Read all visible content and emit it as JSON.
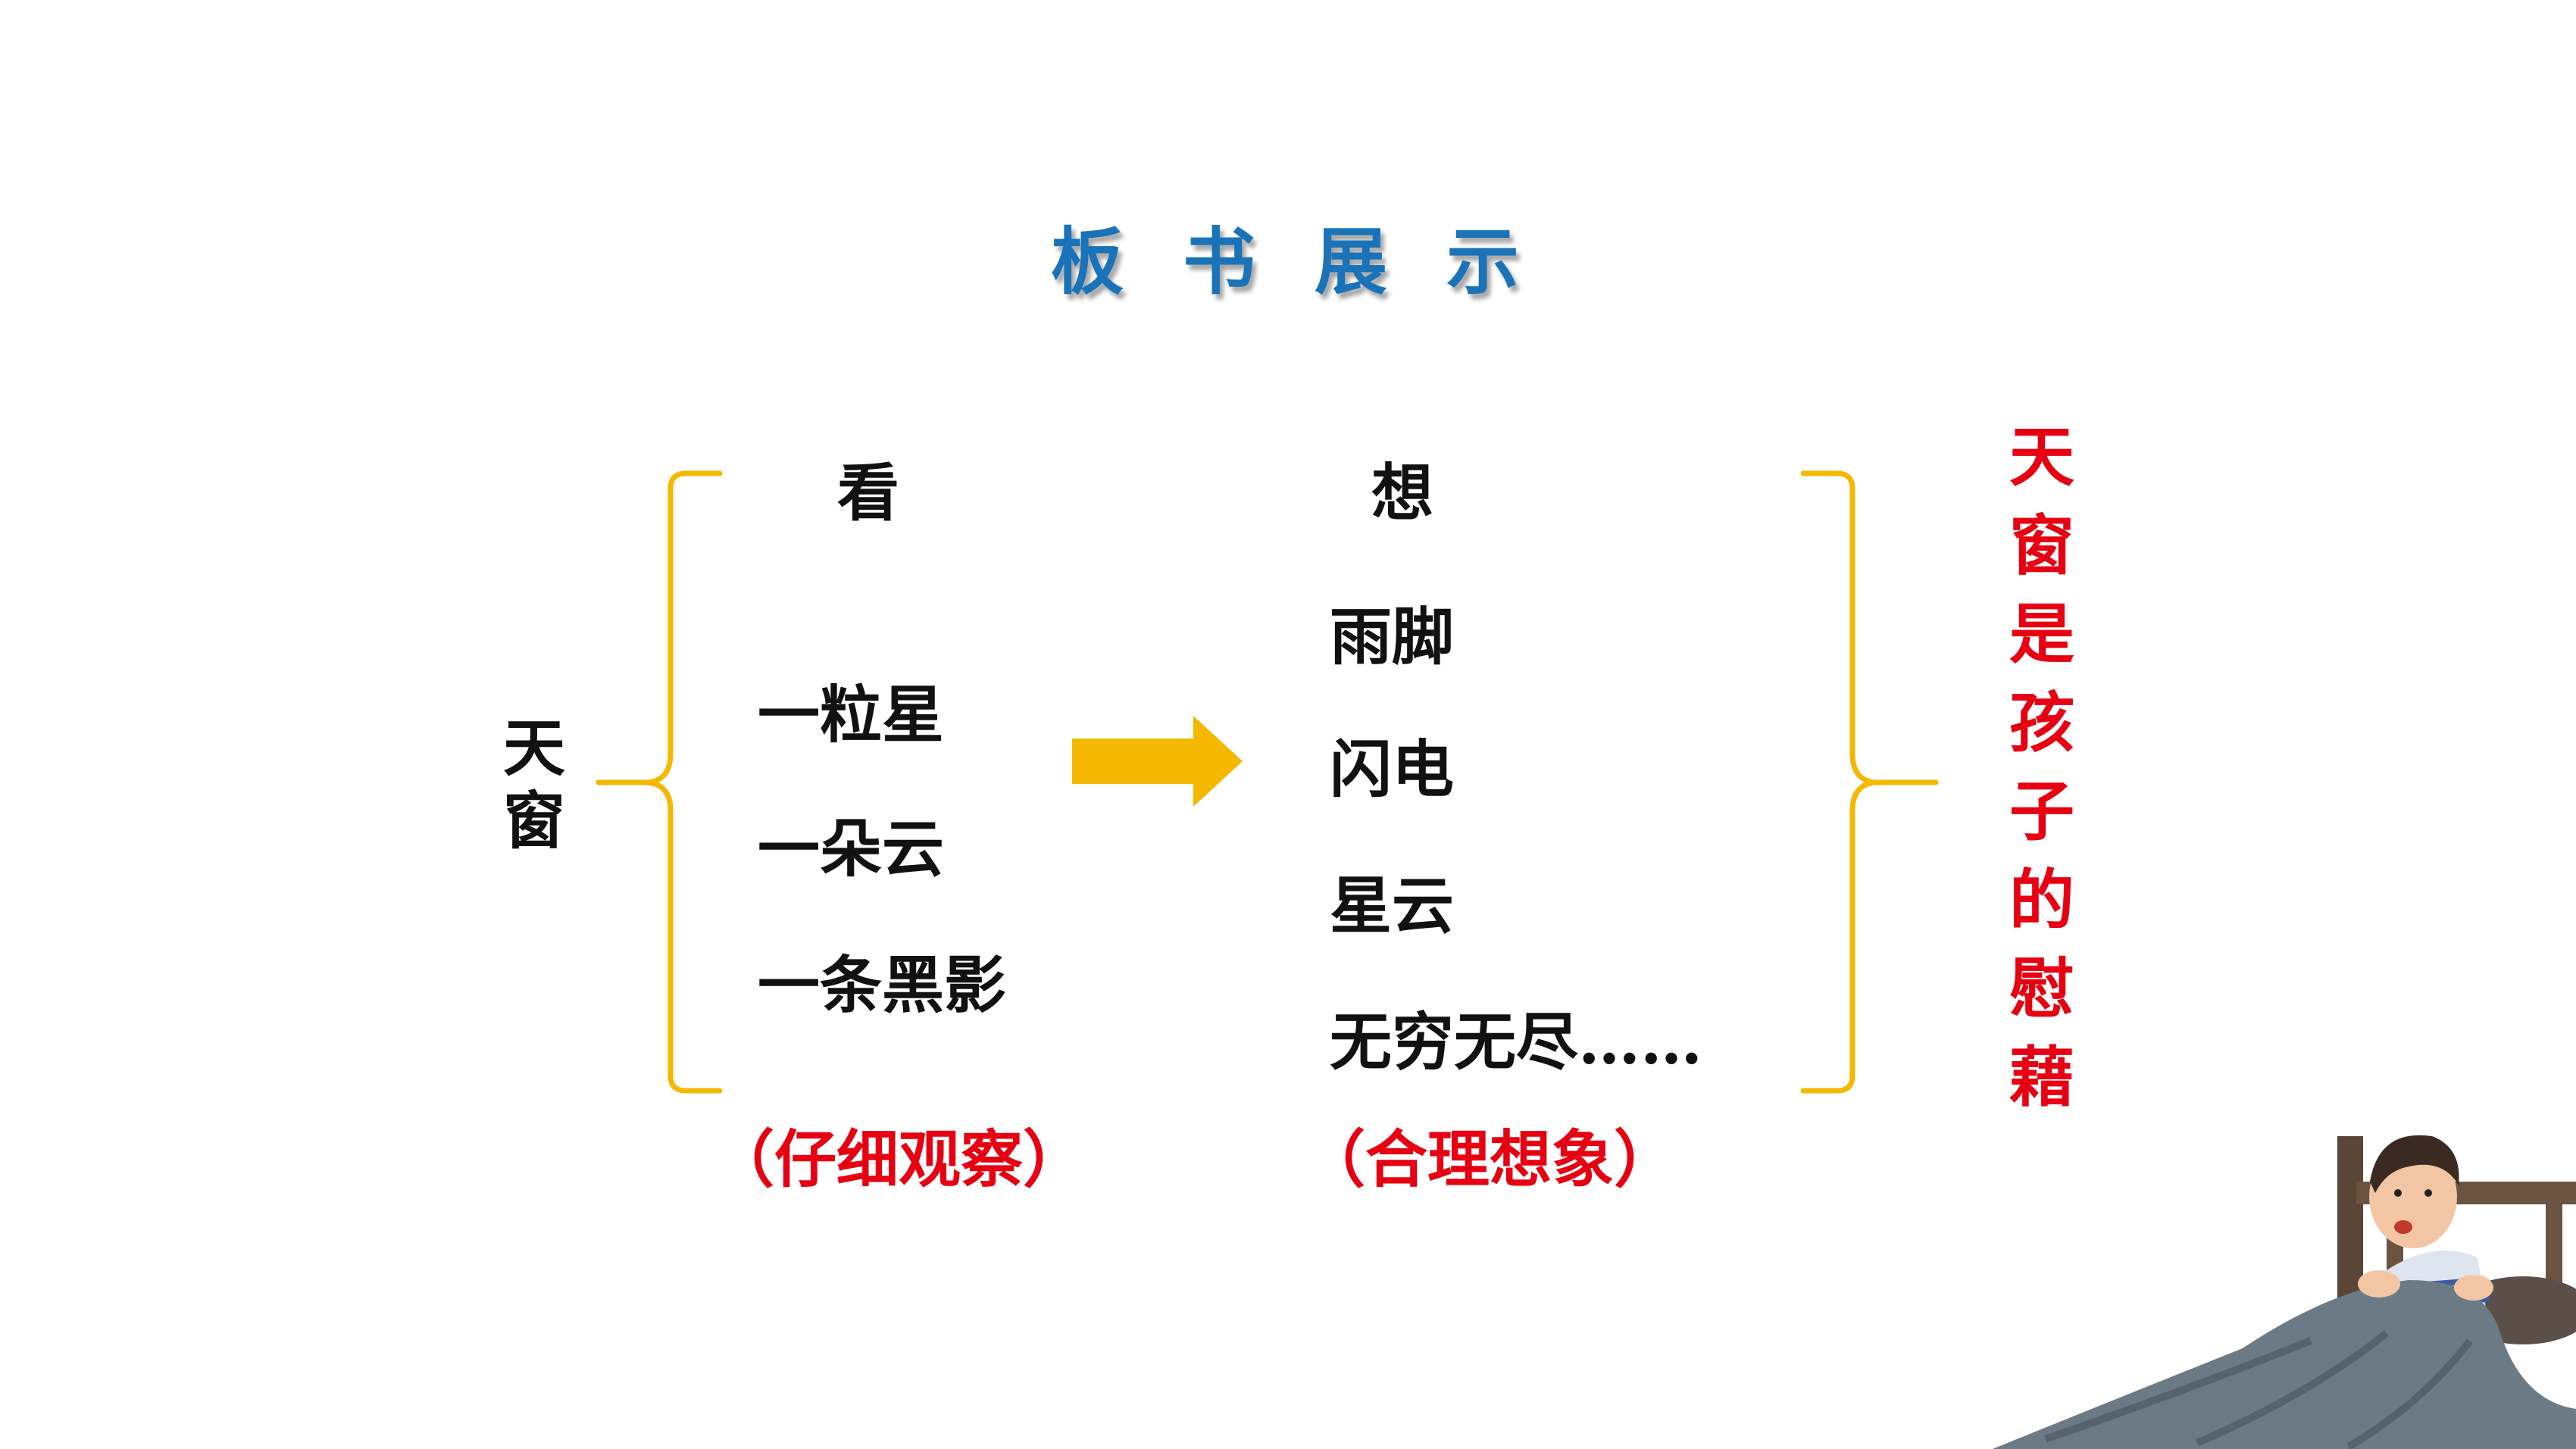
{
  "title": "板书展示",
  "subject": [
    "天",
    "窗"
  ],
  "look": {
    "heading": "看",
    "items": [
      "一粒星",
      "一朵云",
      "一条黑影"
    ],
    "note": "（仔细观察）"
  },
  "think": {
    "heading": "想",
    "items": [
      "雨脚",
      "闪电",
      "星云",
      "无穷无尽……"
    ],
    "note": "（合理想象）"
  },
  "conclusion": [
    "天",
    "窗",
    "是",
    "孩",
    "子",
    "的",
    "慰",
    "藉"
  ],
  "colors": {
    "title": "#1a73b8",
    "bracket": "#f5b800",
    "arrow": "#f5b800",
    "note": "#e60012"
  }
}
